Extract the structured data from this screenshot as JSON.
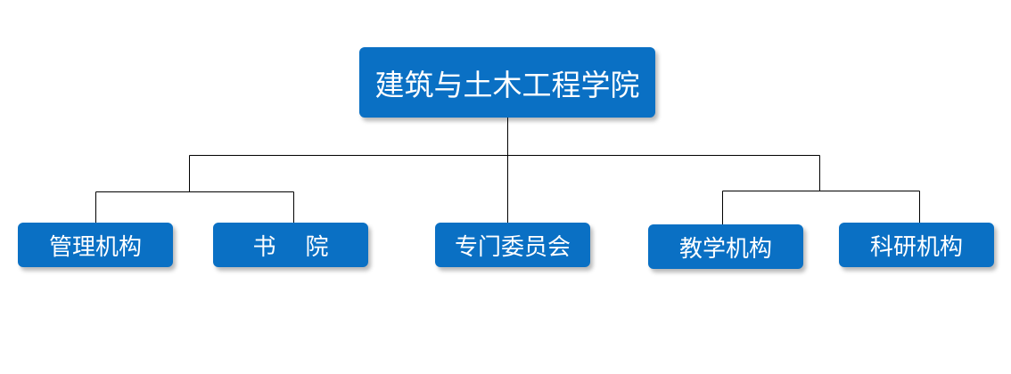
{
  "diagram": {
    "colors": {
      "node_fill": "#0A70C4",
      "node_text": "#FFFFFF",
      "connector": "#000000"
    },
    "root": {
      "label": "建筑与土木工程学院"
    },
    "children": [
      {
        "label": "管理机构"
      },
      {
        "label": "书    院"
      },
      {
        "label": "专门委员会"
      },
      {
        "label": "教学机构"
      },
      {
        "label": "科研机构"
      }
    ]
  }
}
